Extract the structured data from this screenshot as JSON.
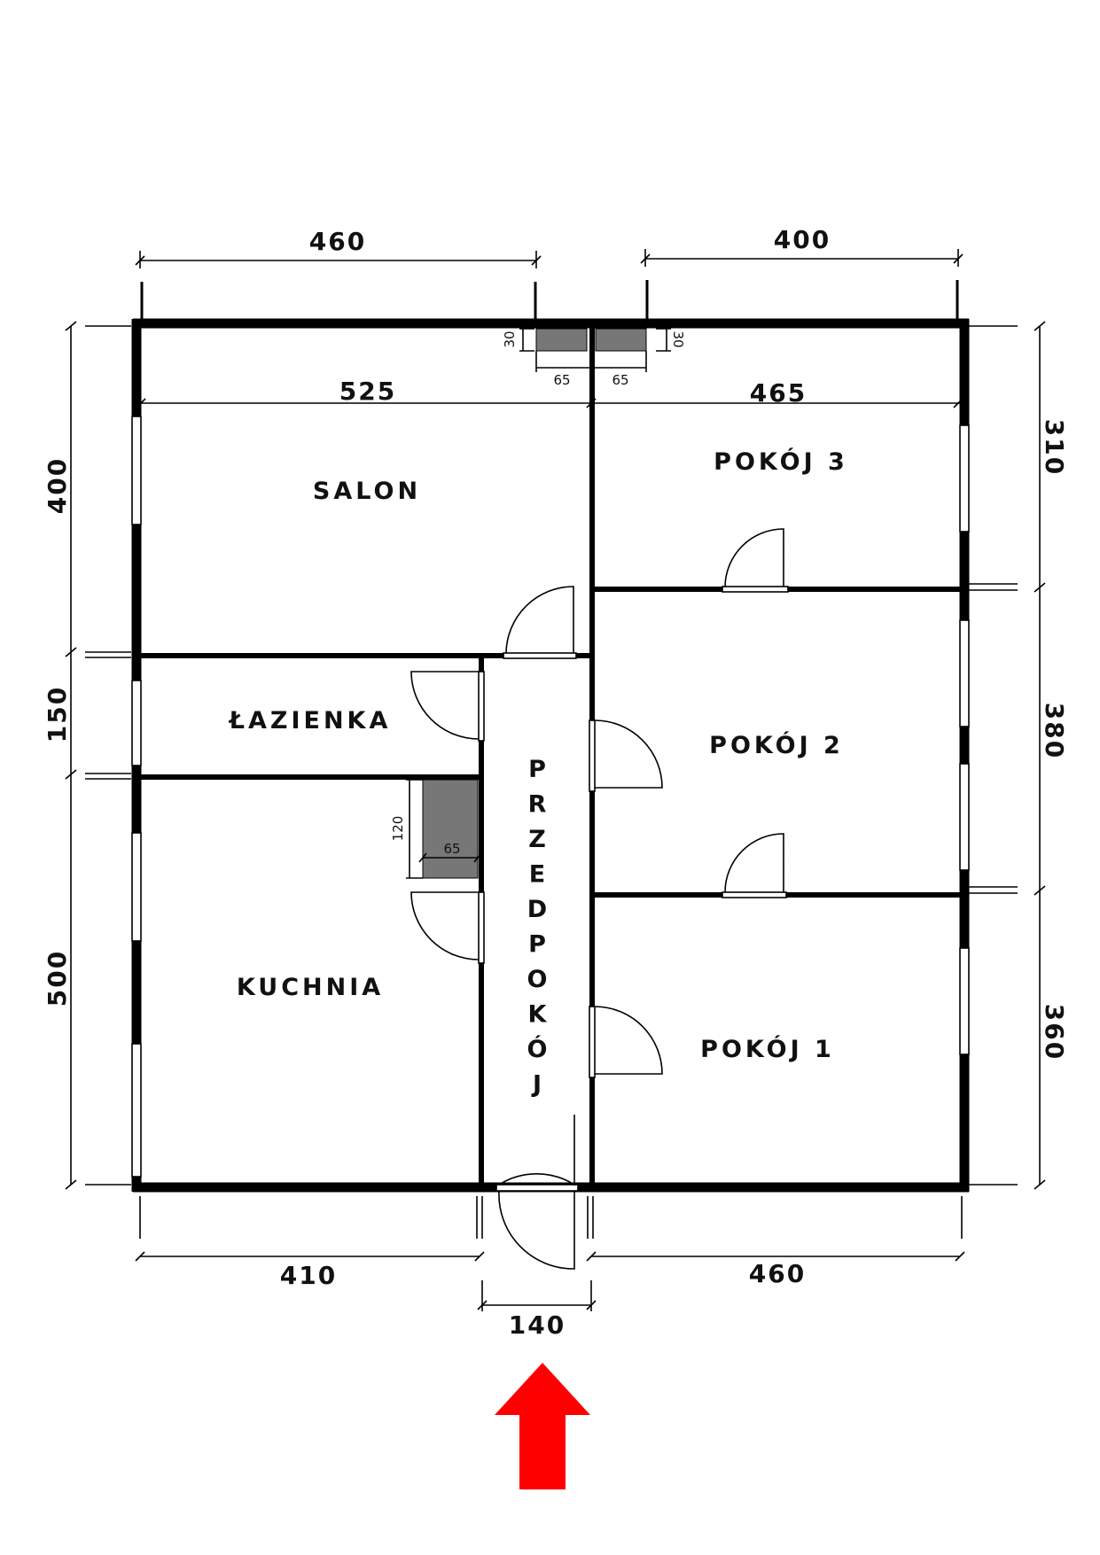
{
  "dimensions": {
    "top_left": "460",
    "top_right": "400",
    "inner_left": "525",
    "inner_right": "465",
    "left_top": "400",
    "left_middle": "150",
    "left_bottom": "500",
    "right_top": "310",
    "right_middle": "380",
    "right_bottom": "360",
    "bottom_left": "410",
    "bottom_middle": "140",
    "bottom_right": "460"
  },
  "fixtures": {
    "chimney_left_width": "65",
    "chimney_right_width": "65",
    "chimney_left_depth": "30",
    "chimney_right_depth": "30",
    "shaft_height": "120",
    "shaft_width": "65"
  },
  "rooms": {
    "salon": "SALON",
    "pokoj3": "POKÓJ 3",
    "pokoj2": "POKÓJ 2",
    "pokoj1": "POKÓJ 1",
    "lazienka": "ŁAZIENKA",
    "kuchnia": "KUCHNIA",
    "przedpokoj_letters": [
      "P",
      "R",
      "Z",
      "E",
      "D",
      "P",
      "O",
      "K",
      "Ó",
      "J"
    ]
  },
  "colors": {
    "wall": "#000000",
    "fixture": "#777777",
    "entrance_arrow": "#ff0000"
  },
  "icons": {
    "entrance": "up-arrow-icon"
  }
}
